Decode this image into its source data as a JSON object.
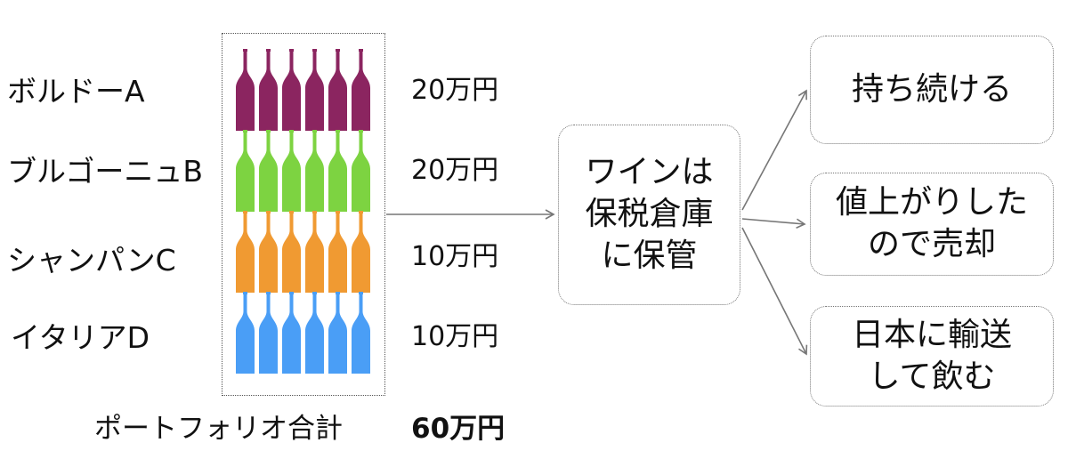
{
  "wines": [
    {
      "label": "ボルドーA",
      "price": "20万円",
      "color": "#8b2560"
    },
    {
      "label": "ブルゴーニュB",
      "price": "20万円",
      "color": "#7dd341"
    },
    {
      "label": "シャンパンC",
      "price": "10万円",
      "color": "#f09a32"
    },
    {
      "label": "イタリアD",
      "price": "10万円",
      "color": "#4a9ef6"
    }
  ],
  "total": {
    "label": "ポートフォリオ合計",
    "value": "60万円"
  },
  "center": {
    "text": "ワインは\n保税倉庫\nに保管"
  },
  "outcomes": [
    {
      "text": "持ち続ける"
    },
    {
      "text": "値上がりした\nので売却"
    },
    {
      "text": "日本に輸送\nして飲む"
    }
  ],
  "colors": {
    "arrow": "#777777",
    "box_border": "#777777"
  }
}
